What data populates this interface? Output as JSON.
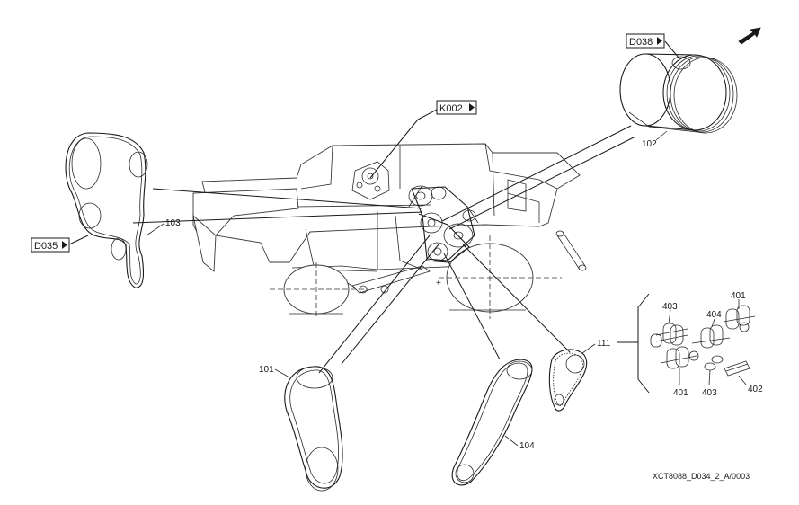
{
  "references": {
    "d038": "D038",
    "k002": "K002",
    "d035": "D035"
  },
  "callouts": {
    "c102": "102",
    "c103": "103",
    "c101": "101",
    "c104": "104",
    "c111": "111",
    "c403a": "403",
    "c404": "404",
    "c401a": "401",
    "c401b": "401",
    "c403b": "403",
    "c402": "402"
  },
  "footer": {
    "drawing_id": "XCT8088_D034_2_A/0003"
  },
  "icons": {
    "direction": "arrow-icon",
    "ref_marker": "triangle-right"
  }
}
